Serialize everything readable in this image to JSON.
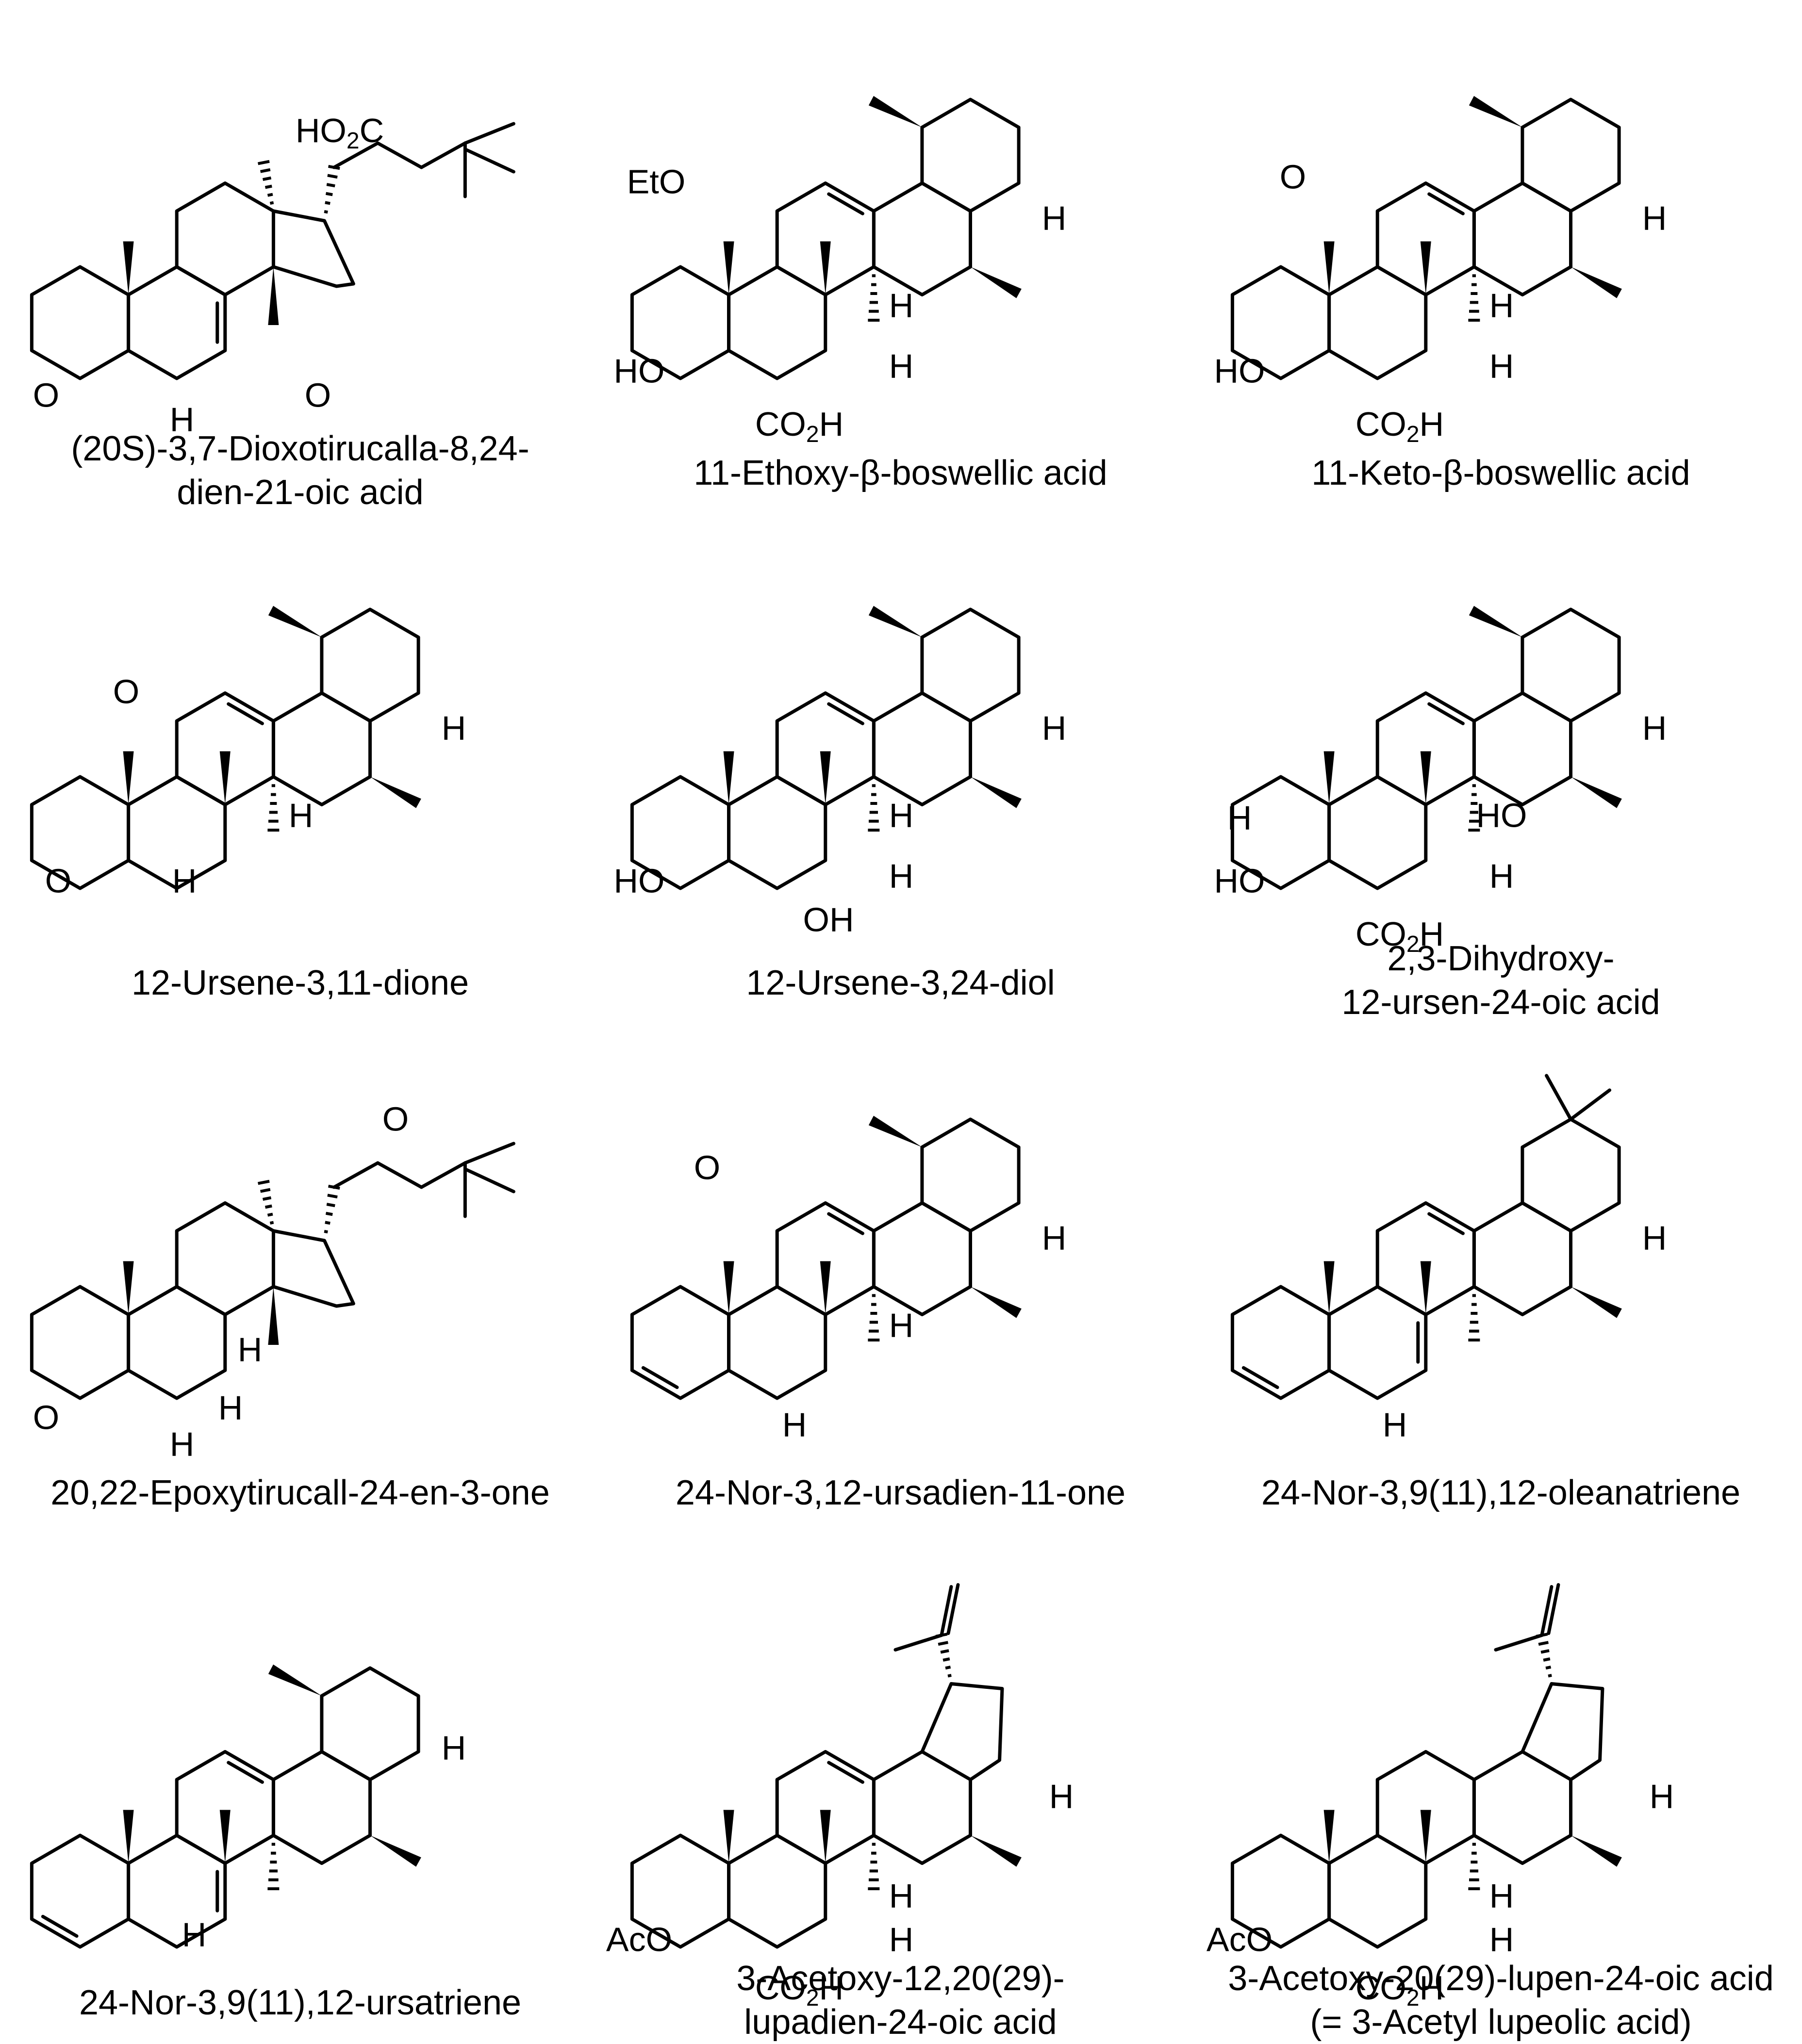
{
  "compounds": [
    {
      "name": "(20S)-3,7-Dioxotirucalla-8,24-dien-21-oic acid",
      "caption": [
        "(20S)-3,7-Dioxotirucalla-8,24-",
        "dien-21-oic acid"
      ],
      "skeleton": "tirucallane",
      "labels": [
        "HO2C",
        "O",
        "O",
        "H"
      ]
    },
    {
      "name": "11-Ethoxy-β-boswellic acid",
      "caption": [
        "11-Ethoxy-β-boswellic acid"
      ],
      "skeleton": "ursane",
      "labels": [
        "EtO",
        "H",
        "H",
        "HO",
        "H",
        "CO2H"
      ]
    },
    {
      "name": "11-Keto-β-boswellic acid",
      "caption": [
        "11-Keto-β-boswellic acid"
      ],
      "skeleton": "ursane",
      "labels": [
        "O",
        "H",
        "H",
        "HO",
        "H",
        "CO2H"
      ]
    },
    {
      "name": "12-Ursene-3,11-dione",
      "caption": [
        "12-Ursene-3,11-dione"
      ],
      "skeleton": "ursane",
      "labels": [
        "O",
        "H",
        "H",
        "O",
        "H"
      ]
    },
    {
      "name": "12-Ursene-3,24-diol",
      "caption": [
        "12-Ursene-3,24-diol"
      ],
      "skeleton": "ursane",
      "labels": [
        "H",
        "H",
        "HO",
        "H",
        "OH"
      ]
    },
    {
      "name": "2,3-Dihydroxy-12-ursen-24-oic acid",
      "caption": [
        "2,3-Dihydroxy-",
        "12-ursen-24-oic acid"
      ],
      "skeleton": "ursane",
      "labels": [
        "H",
        "HO",
        "H",
        "HO",
        "H",
        "CO2H"
      ]
    },
    {
      "name": "20,22-Epoxytirucall-24-en-3-one",
      "caption": [
        "20,22-Epoxytirucall-24-en-3-one"
      ],
      "skeleton": "tirucallane",
      "labels": [
        "O",
        "H",
        "H",
        "O",
        "H"
      ]
    },
    {
      "name": "24-Nor-3,12-ursadien-11-one",
      "caption": [
        "24-Nor-3,12-ursadien-11-one"
      ],
      "skeleton": "ursane",
      "labels": [
        "O",
        "H",
        "H",
        "H"
      ]
    },
    {
      "name": "24-Nor-3,9(11),12-oleanatriene",
      "caption": [
        "24-Nor-3,9(11),12-oleanatriene"
      ],
      "skeleton": "oleanane",
      "labels": [
        "H",
        "H"
      ]
    },
    {
      "name": "24-Nor-3,9(11),12-ursatriene",
      "caption": [
        "24-Nor-3,9(11),12-ursatriene"
      ],
      "skeleton": "ursane",
      "labels": [
        "H",
        "H"
      ]
    },
    {
      "name": "3-Acetoxy-12,20(29)-lupadien-24-oic acid",
      "caption": [
        "3-Acetoxy-12,20(29)-",
        "lupadien-24-oic acid"
      ],
      "skeleton": "lupane",
      "labels": [
        "H",
        "H",
        "AcO",
        "H",
        "CO2H"
      ]
    },
    {
      "name": "3-Acetoxy-20(29)-lupen-24-oic acid (= 3-Acetyl lupeolic acid)",
      "caption": [
        "3-Acetoxy-20(29)-lupen-24-oic acid",
        "(= 3-Acetyl lupeolic acid)"
      ],
      "skeleton": "lupane",
      "labels": [
        "H",
        "H",
        "AcO",
        "H",
        "CO2H"
      ]
    }
  ]
}
